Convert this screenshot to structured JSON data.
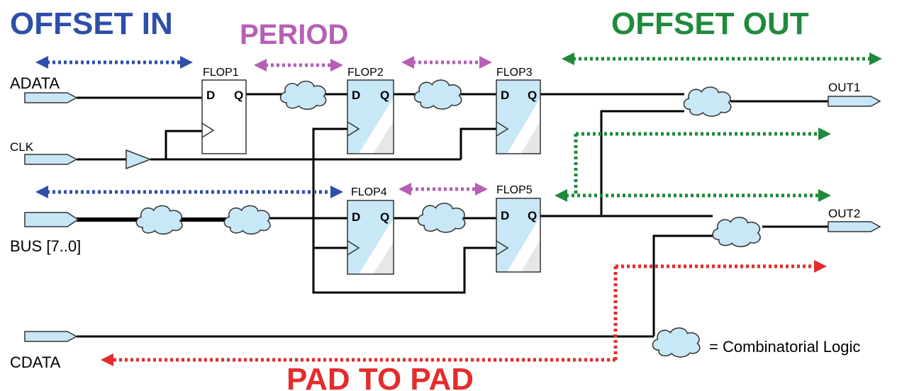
{
  "headings": {
    "offset_in": "OFFSET IN",
    "period": "PERIOD",
    "offset_out": "OFFSET OUT",
    "pad_to_pad": "PAD TO PAD"
  },
  "colors": {
    "offset_in": "#2e4fa8",
    "period": "#b65fb5",
    "offset_out": "#1f8a3c",
    "pad_to_pad": "#e52b2b",
    "pad_fill": "#c7e6f6",
    "cloud_fill": "#c8e7f7",
    "wire": "#000000"
  },
  "inputs": {
    "adata": "ADATA",
    "clk": "CLK",
    "bus": "BUS [7..0]",
    "cdata": "CDATA"
  },
  "outputs": {
    "out1": "OUT1",
    "out2": "OUT2"
  },
  "flops": {
    "flop1": "FLOP1",
    "flop2": "FLOP2",
    "flop3": "FLOP3",
    "flop4": "FLOP4",
    "flop5": "FLOP5",
    "d_pin": "D",
    "q_pin": "Q"
  },
  "legend": {
    "text": "= Combinatorial Logic",
    "icon": "cloud-icon"
  }
}
